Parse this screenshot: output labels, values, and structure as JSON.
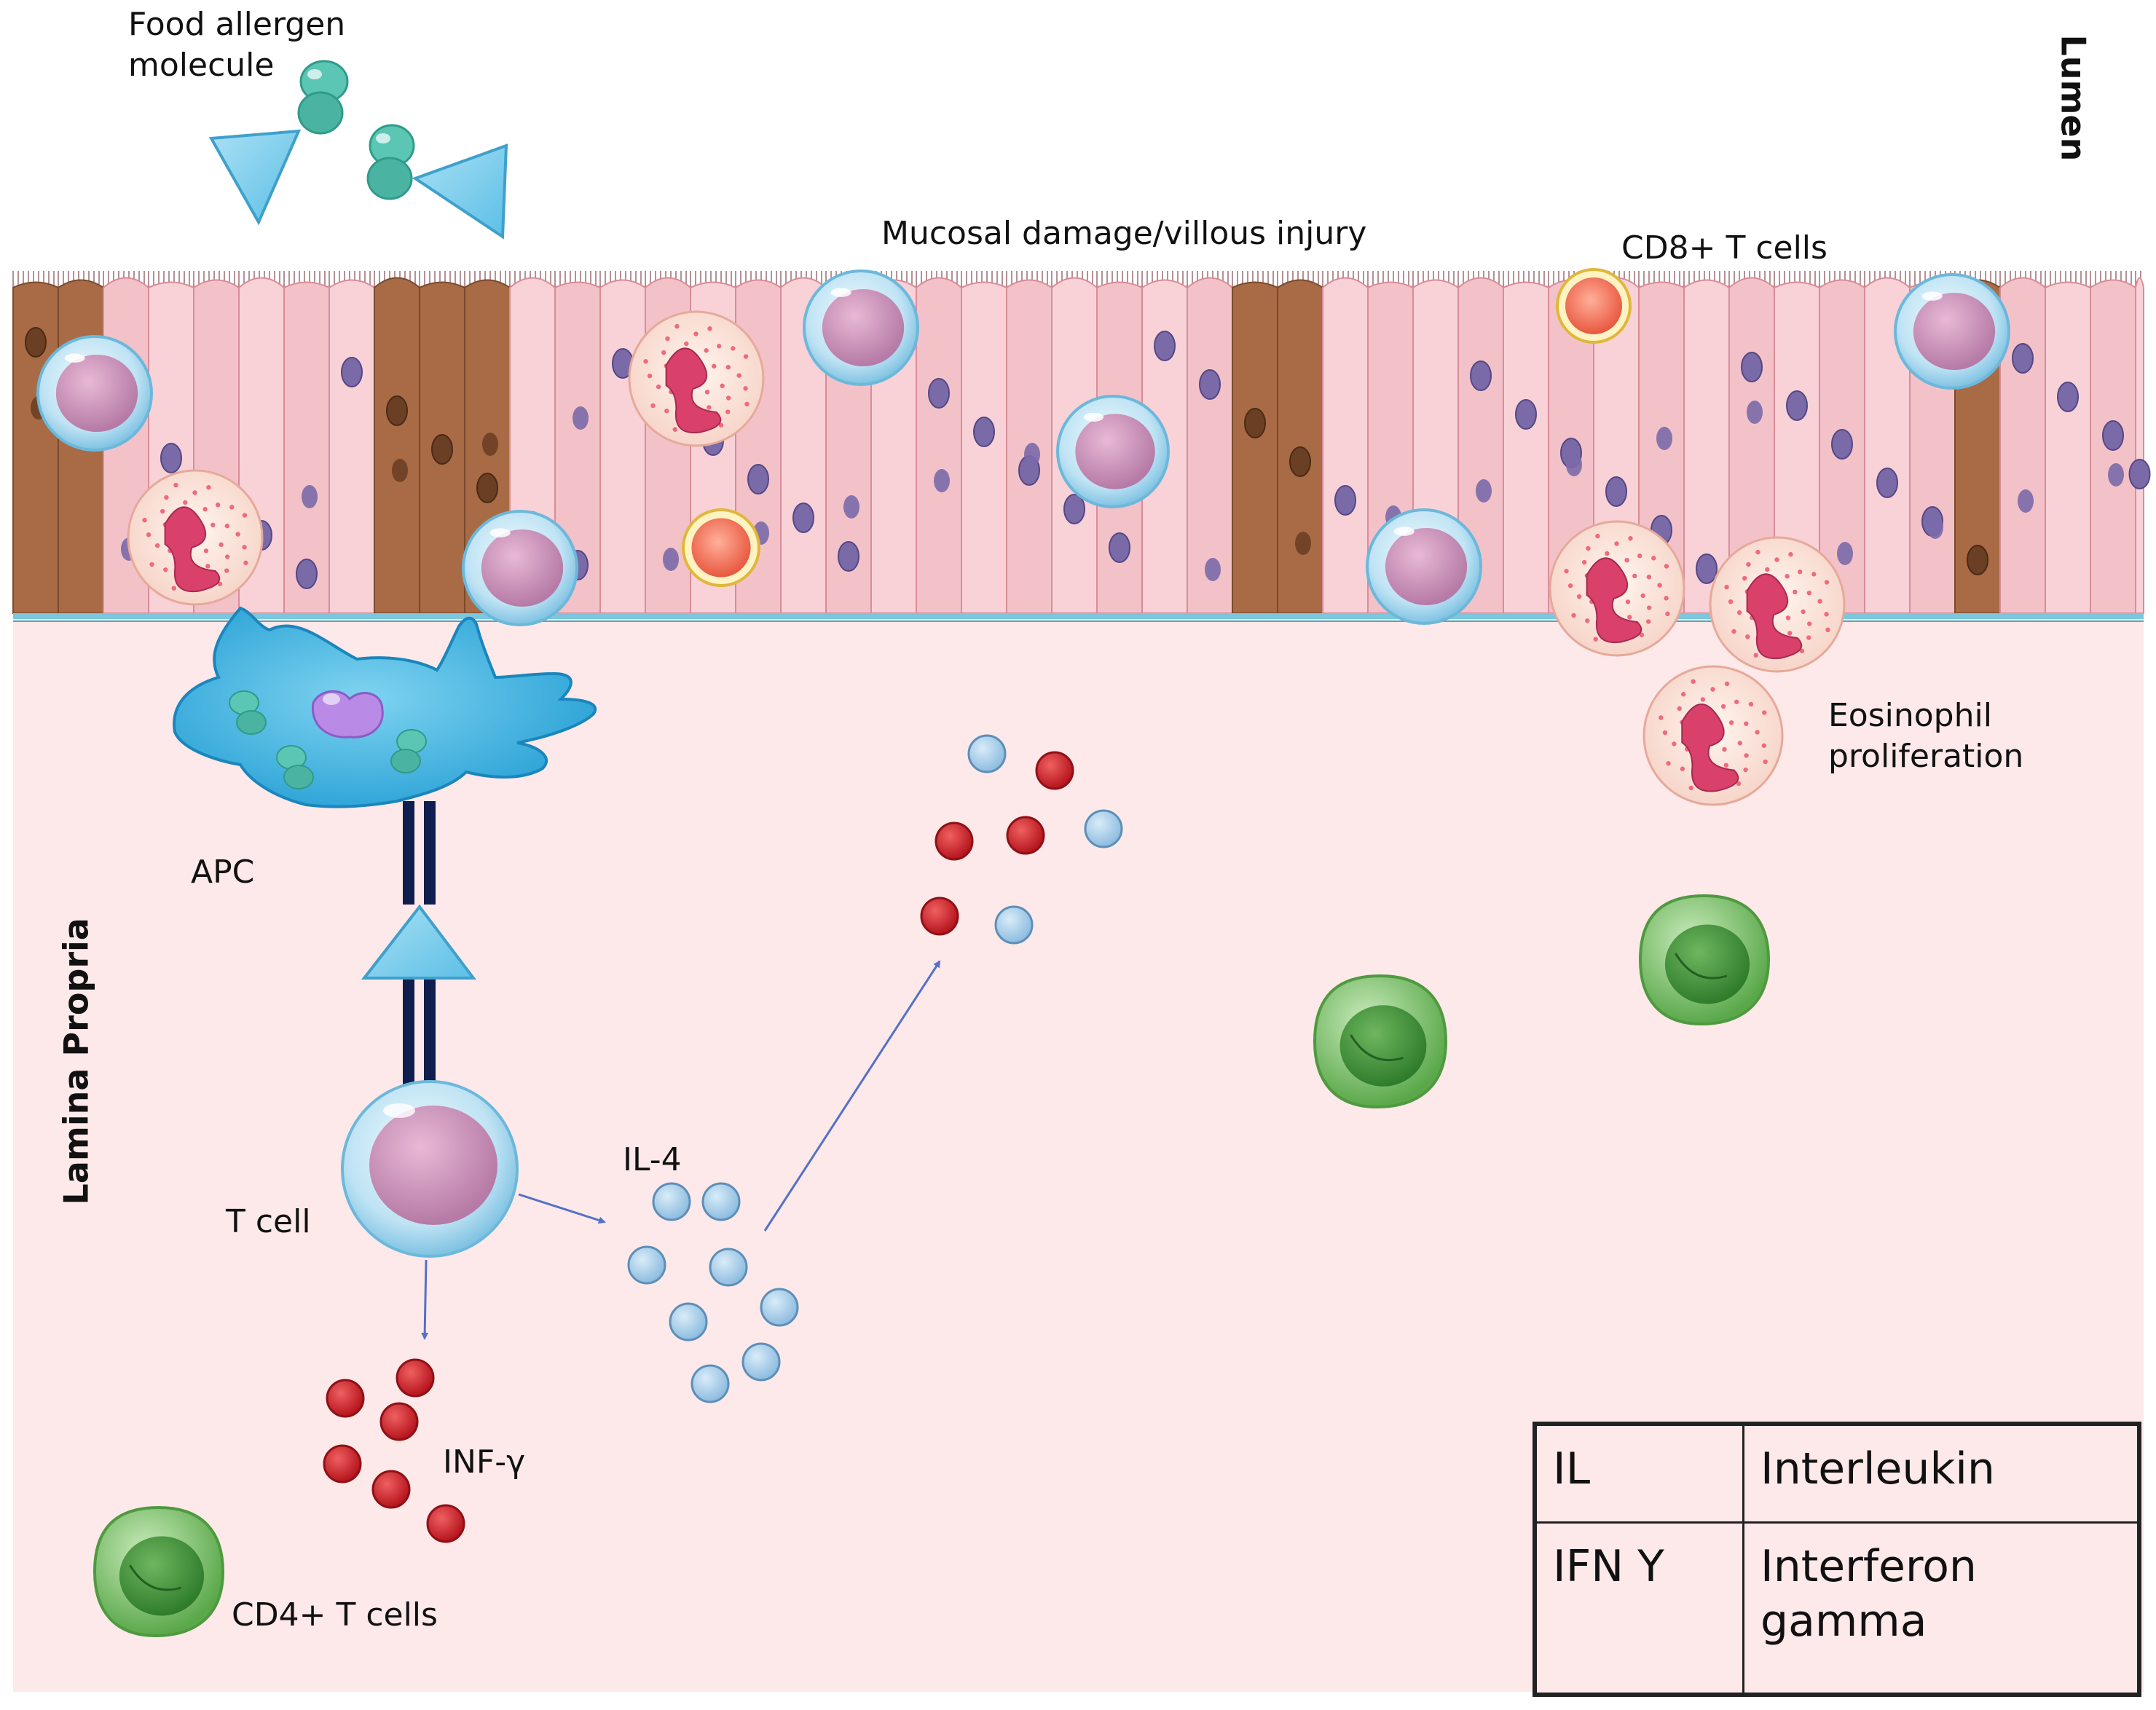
{
  "regions": {
    "lumen": "Lumen",
    "lamina_propria": "Lamina Propria"
  },
  "labels": {
    "food_allergen": "Food allergen molecule",
    "food_allergen_line1": "Food allergen",
    "food_allergen_line2": "molecule",
    "mucosal_damage": "Mucosal damage/villous injury",
    "cd8": "CD8+ T cells",
    "eosinophil_line1": "Eosinophil",
    "eosinophil_line2": "proliferation",
    "apc": "APC",
    "t_cell": "T cell",
    "il4": "IL-4",
    "inf_gamma": "INF-γ",
    "cd4": "CD4+ T cells"
  },
  "legend": {
    "rows": [
      {
        "abbr": "IL",
        "meaning": "Interleukin"
      },
      {
        "abbr": "IFN Y",
        "meaning": "Interferon gamma"
      }
    ]
  },
  "colors": {
    "epithelium": "#f6c9cf",
    "damaged_cell": "#a86b45",
    "lamina_propria": "#fde9e9",
    "apc": "#3fb6e3",
    "il4_dot": "#9cc6e6",
    "inf_dot": "#d0202a",
    "cd4_cell": "#6cb85a",
    "arrow": "#5470c8"
  }
}
